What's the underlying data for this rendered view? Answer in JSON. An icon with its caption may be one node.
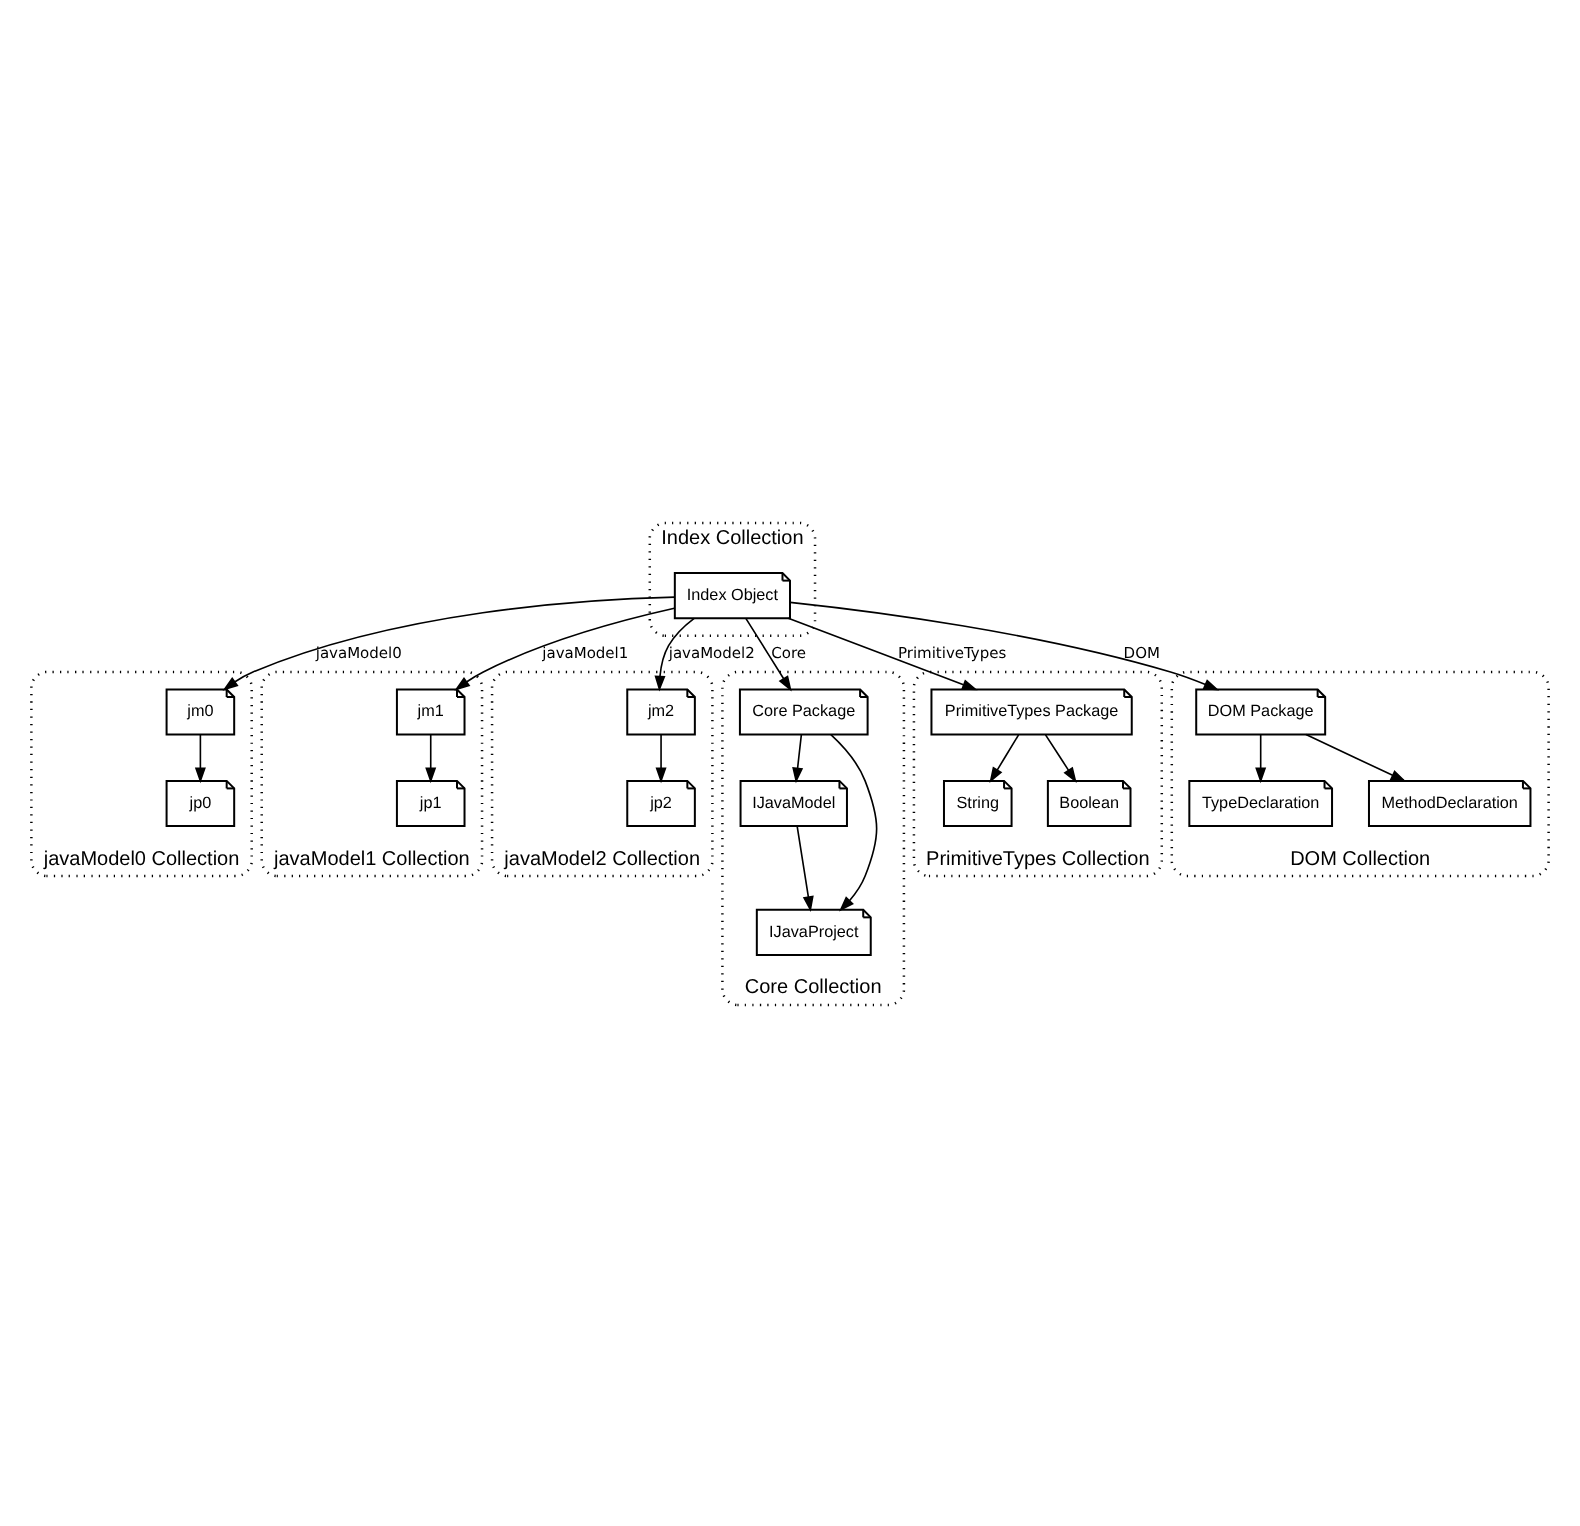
{
  "diagram": {
    "nodes": [
      {
        "text": [
          "javaModel0 Collection"
        ]
      },
      {
        "text": [
          "jm0"
        ],
        "in": 0
      },
      {
        "text": [
          "jp0"
        ],
        "in": 0
      },
      {
        "text": [
          "javaModel1 Collection"
        ]
      },
      {
        "text": [
          "jm1"
        ],
        "in": 3
      },
      {
        "text": [
          "jp1"
        ],
        "in": 3
      },
      {
        "text": [
          "javaModel2 Collection"
        ]
      },
      {
        "text": [
          "jm2"
        ],
        "in": 6
      },
      {
        "text": [
          "jp2"
        ],
        "in": 6
      },
      {
        "text": [
          "Index Collection"
        ]
      },
      {
        "text": [
          "Index Object"
        ],
        "in": 9
      },
      {
        "text": [
          "Core Collection"
        ]
      },
      {
        "text": [
          "Core Package"
        ],
        "in": 11
      },
      {
        "text": [
          "IJavaModel"
        ],
        "in": 11
      },
      {
        "text": [
          "IJavaProject"
        ],
        "in": 11
      },
      {
        "text": [
          "PrimitiveTypes Collection"
        ]
      },
      {
        "text": [
          "PrimitiveTypes Package"
        ],
        "in": 15
      },
      {
        "text": [
          "String"
        ],
        "in": 15
      },
      {
        "text": [
          "Boolean"
        ],
        "in": 15
      },
      {
        "text": [
          "DOM Collection"
        ]
      },
      {
        "text": [
          "DOM Package"
        ],
        "in": 19
      },
      {
        "text": [
          "TypeDeclaration"
        ],
        "in": 19
      },
      {
        "text": [
          "MethodDeclaration"
        ],
        "in": 19
      }
    ],
    "edges": [
      {
        "from": 1,
        "to": 2,
        "arrow": "to"
      },
      {
        "from": 4,
        "to": 5,
        "arrow": "to"
      },
      {
        "from": 7,
        "to": 8,
        "arrow": "to"
      },
      {
        "from": 10,
        "to": 1,
        "arrow": "to",
        "label": "javaModel0"
      },
      {
        "from": 10,
        "to": 4,
        "arrow": "to",
        "label": "javaModel1"
      },
      {
        "from": 10,
        "to": 7,
        "arrow": "to",
        "label": "javaModel2"
      },
      {
        "from": 10,
        "to": 12,
        "arrow": "to",
        "label": "Core"
      },
      {
        "from": 10,
        "to": 16,
        "arrow": "to",
        "label": "PrimitiveTypes"
      },
      {
        "from": 10,
        "to": 20,
        "arrow": "to",
        "label": "DOM"
      },
      {
        "from": 12,
        "to": 13,
        "arrow": "to"
      },
      {
        "from": 12,
        "to": 14,
        "arrow": "to"
      },
      {
        "from": 13,
        "to": 14,
        "arrow": "to"
      },
      {
        "from": 16,
        "to": 17,
        "arrow": "to"
      },
      {
        "from": 16,
        "to": 18,
        "arrow": "to"
      },
      {
        "from": 20,
        "to": 21,
        "arrow": "to"
      },
      {
        "from": 20,
        "to": 22,
        "arrow": "to"
      }
    ]
  }
}
